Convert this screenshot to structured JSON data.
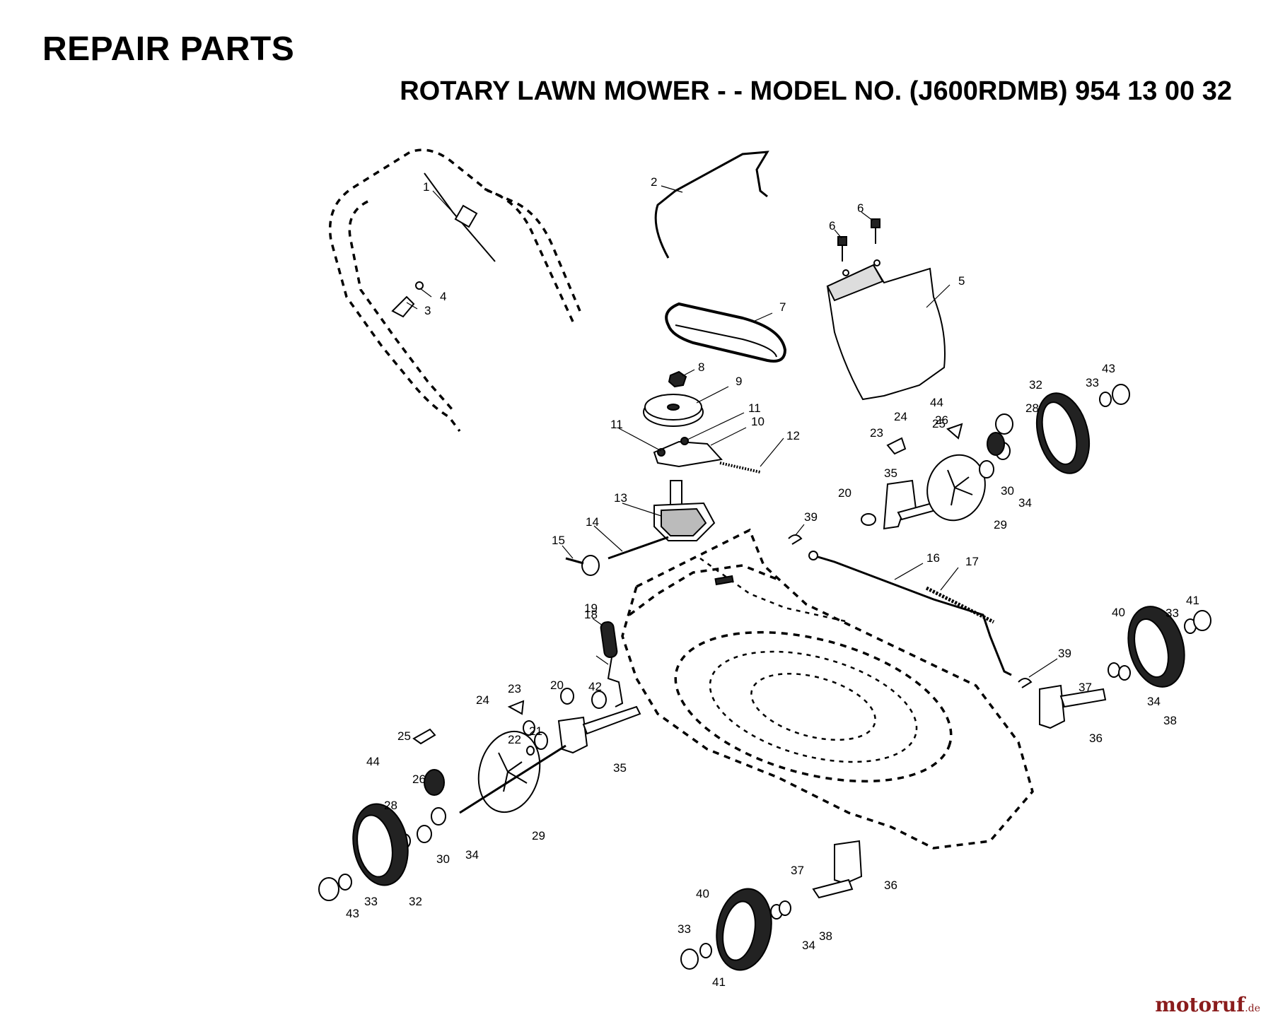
{
  "header": {
    "title": "REPAIR PARTS",
    "subtitle": "ROTARY LAWN MOWER - - MODEL NO. (J600RDMB) 954 13 00 32"
  },
  "callouts": [
    {
      "label": "1",
      "part": 1
    },
    {
      "label": "2",
      "part": 2
    },
    {
      "label": "3",
      "part": 3
    },
    {
      "label": "4",
      "part": 4
    },
    {
      "label": "5",
      "part": 5
    },
    {
      "label": "6",
      "part": 6
    },
    {
      "label": "6",
      "part": 6
    },
    {
      "label": "7",
      "part": 7
    },
    {
      "label": "8",
      "part": 8
    },
    {
      "label": "9",
      "part": 9
    },
    {
      "label": "10",
      "part": 10
    },
    {
      "label": "11",
      "part": 11
    },
    {
      "label": "11",
      "part": 11
    },
    {
      "label": "12",
      "part": 12
    },
    {
      "label": "13",
      "part": 13
    },
    {
      "label": "14",
      "part": 14
    },
    {
      "label": "15",
      "part": 15
    },
    {
      "label": "16",
      "part": 16
    },
    {
      "label": "17",
      "part": 17
    },
    {
      "label": "18",
      "part": 18
    },
    {
      "label": "19",
      "part": 19
    },
    {
      "label": "20",
      "part": 20
    },
    {
      "label": "20",
      "part": 20
    },
    {
      "label": "21",
      "part": 21
    },
    {
      "label": "22",
      "part": 22
    },
    {
      "label": "23",
      "part": 23
    },
    {
      "label": "23",
      "part": 23
    },
    {
      "label": "24",
      "part": 24
    },
    {
      "label": "24",
      "part": 24
    },
    {
      "label": "25",
      "part": 25
    },
    {
      "label": "25",
      "part": 25
    },
    {
      "label": "26",
      "part": 26
    },
    {
      "label": "26",
      "part": 26
    },
    {
      "label": "28",
      "part": 28
    },
    {
      "label": "28",
      "part": 28
    },
    {
      "label": "29",
      "part": 29
    },
    {
      "label": "29",
      "part": 29
    },
    {
      "label": "30",
      "part": 30
    },
    {
      "label": "30",
      "part": 30
    },
    {
      "label": "32",
      "part": 32
    },
    {
      "label": "32",
      "part": 32
    },
    {
      "label": "33",
      "part": 33
    },
    {
      "label": "33",
      "part": 33
    },
    {
      "label": "33",
      "part": 33
    },
    {
      "label": "33",
      "part": 33
    },
    {
      "label": "34",
      "part": 34
    },
    {
      "label": "34",
      "part": 34
    },
    {
      "label": "34",
      "part": 34
    },
    {
      "label": "34",
      "part": 34
    },
    {
      "label": "35",
      "part": 35
    },
    {
      "label": "35",
      "part": 35
    },
    {
      "label": "36",
      "part": 36
    },
    {
      "label": "36",
      "part": 36
    },
    {
      "label": "37",
      "part": 37
    },
    {
      "label": "37",
      "part": 37
    },
    {
      "label": "38",
      "part": 38
    },
    {
      "label": "38",
      "part": 38
    },
    {
      "label": "39",
      "part": 39
    },
    {
      "label": "39",
      "part": 39
    },
    {
      "label": "40",
      "part": 40
    },
    {
      "label": "40",
      "part": 40
    },
    {
      "label": "41",
      "part": 41
    },
    {
      "label": "41",
      "part": 41
    },
    {
      "label": "42",
      "part": 42
    },
    {
      "label": "43",
      "part": 43
    },
    {
      "label": "43",
      "part": 43
    },
    {
      "label": "44",
      "part": 44
    },
    {
      "label": "44",
      "part": 44
    }
  ],
  "watermark": {
    "main": "motoruf",
    "tld": ".de"
  },
  "colors": {
    "line": "#000000",
    "background": "#ffffff",
    "watermark": "#8a1c1c"
  }
}
